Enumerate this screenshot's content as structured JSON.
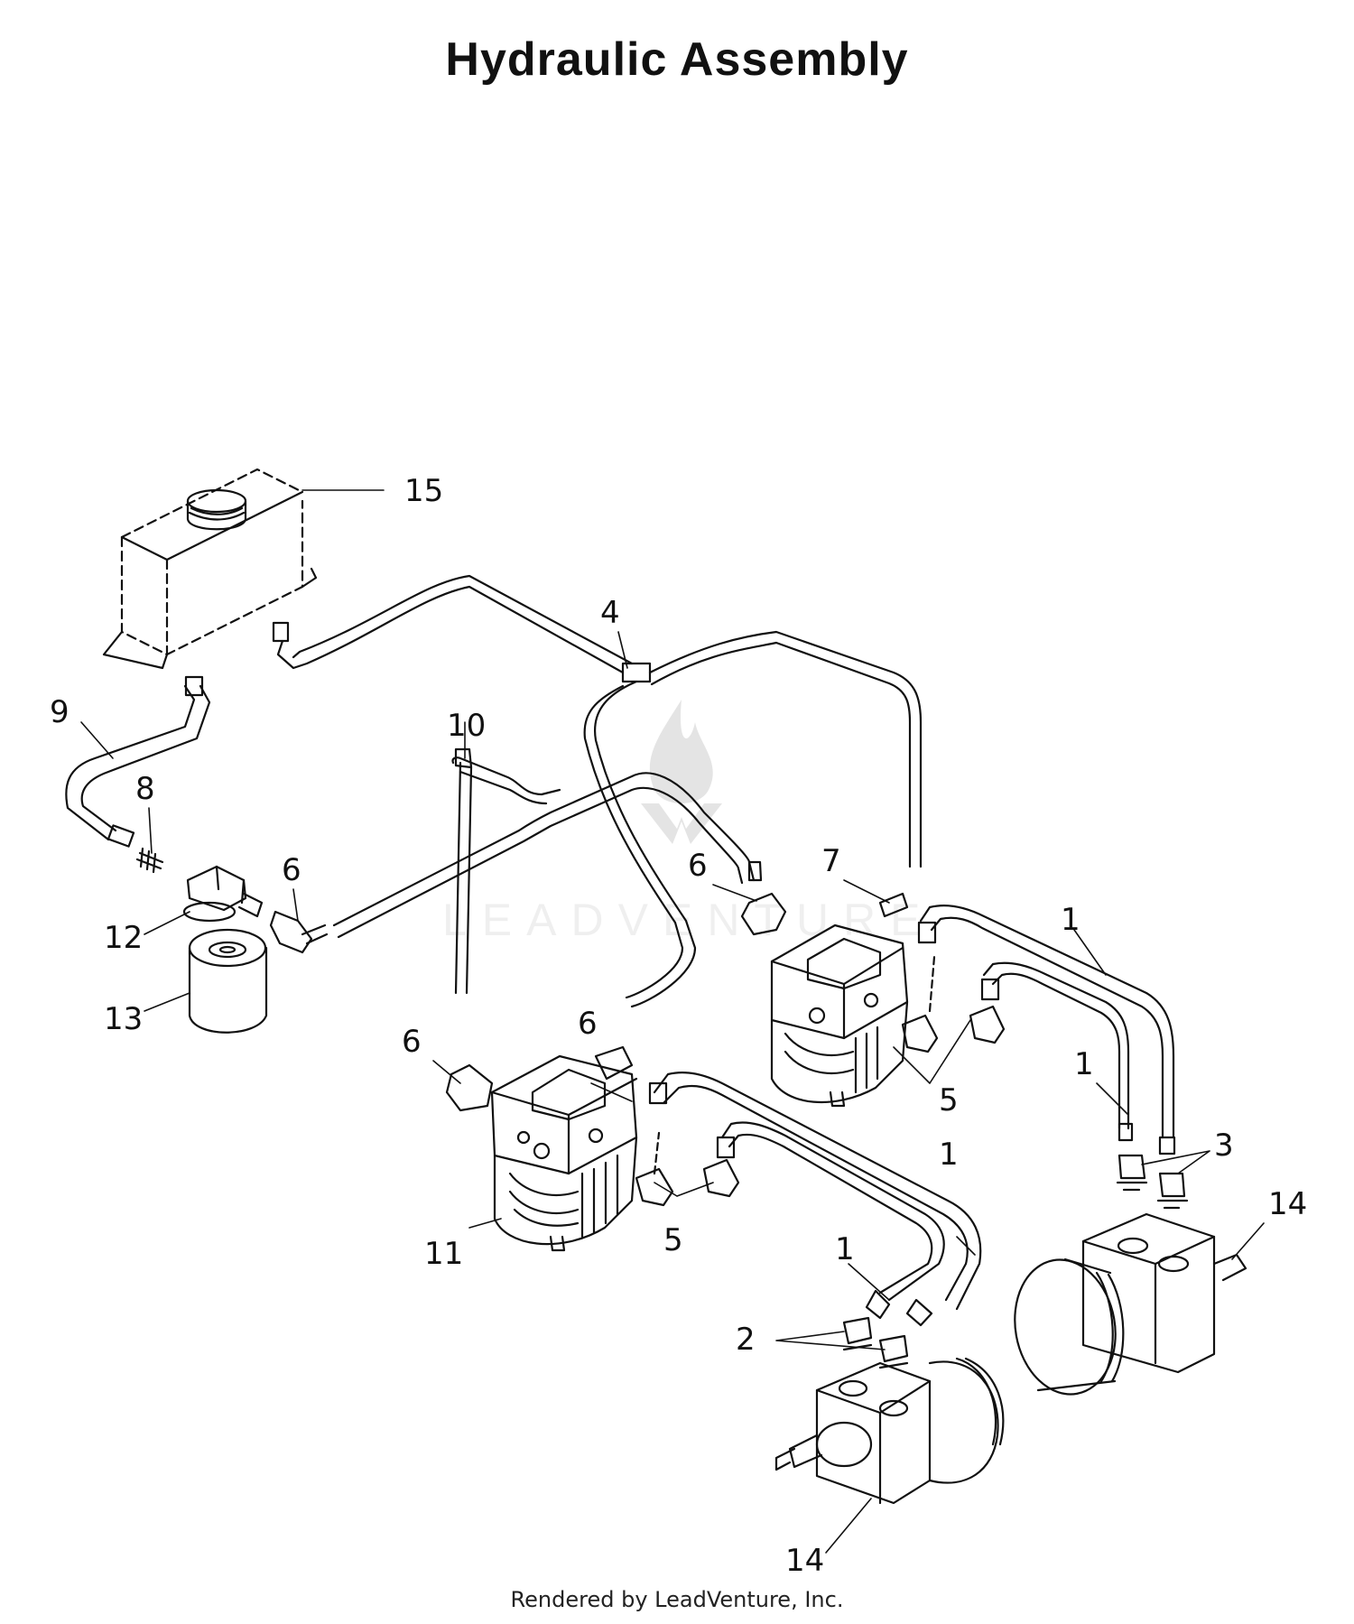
{
  "title": "Hydraulic Assembly",
  "footer": "Rendered by LeadVenture, Inc.",
  "watermark": "LEADVENTURE",
  "callouts": {
    "c15": "15",
    "c4": "4",
    "c9": "9",
    "c10": "10",
    "c8": "8",
    "c6a": "6",
    "c6b": "6",
    "c6c": "6",
    "c6d": "6",
    "c7": "7",
    "c12": "12",
    "c13": "13",
    "c1a": "1",
    "c1b": "1",
    "c1c": "1",
    "c1d": "1",
    "c5a": "5",
    "c5b": "5",
    "c3": "3",
    "c2": "2",
    "c11": "11",
    "c14a": "14",
    "c14b": "14"
  }
}
